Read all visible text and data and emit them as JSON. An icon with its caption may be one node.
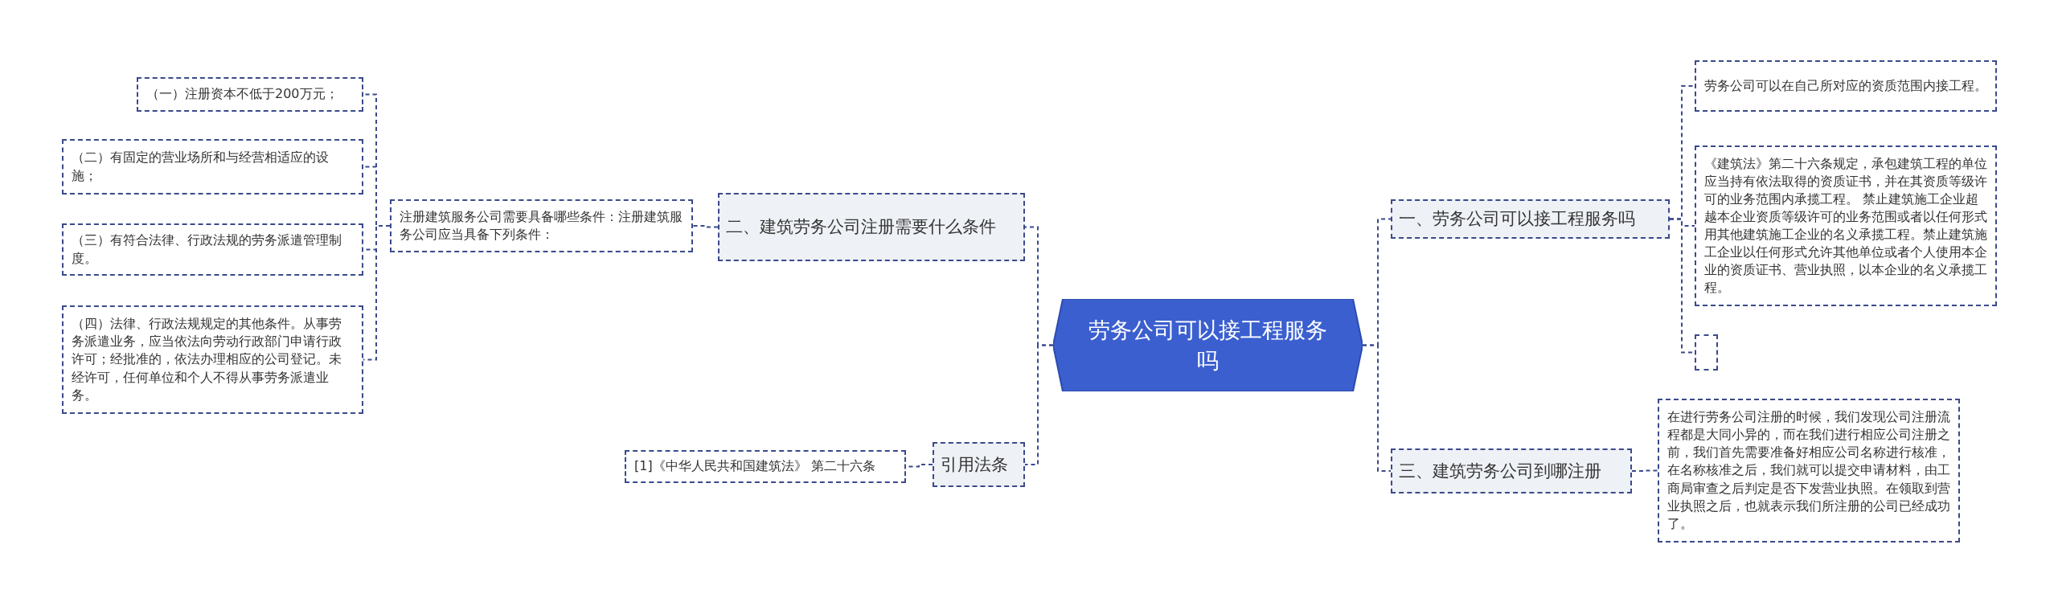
{
  "diagram": {
    "nodes": [
      {
        "text": [
          "劳务公司可以接工程服务吗"
        ]
      },
      {
        "text": [
          "二、建筑劳务公司注册需要什么条件"
        ]
      },
      {
        "text": [
          "注册建筑服务公司需要具备哪些条件：注册建筑服务公司应当具备下列条件："
        ]
      },
      {
        "text": [
          "（一）注册资本不低于200万元；"
        ]
      },
      {
        "text": [
          "（二）有固定的营业场所和与经营相适应的设施；"
        ]
      },
      {
        "text": [
          "（三）有符合法律、行政法规的劳务派遣管理制度。"
        ]
      },
      {
        "text": [
          "（四）法律、行政法规规定的其他条件。从事劳务派遣业务，应当依法向劳动行政部门申请行政许可；经批准的，依法办理相应的公司登记。未经许可，任何单位和个人不得从事劳务派遣业务。"
        ]
      },
      {
        "text": [
          "引用法条"
        ]
      },
      {
        "text": [
          "[1]《中华人民共和国建筑法》 第二十六条"
        ]
      },
      {
        "text": [
          "一、劳务公司可以接工程服务吗"
        ]
      },
      {
        "text": [
          "劳务公司可以在自己所对应的资质范围内接工程。"
        ]
      },
      {
        "text": [
          "《建筑法》第二十六条规定，承包建筑工程的单位应当持有依法取得的资质证书，并在其资质等级许可的业务范围内承揽工程。 禁止建筑施工企业超越本企业资质等级许可的业务范围或者以任何形式用其他建筑施工企业的名义承揽工程。禁止建筑施工企业以任何形式允许其他单位或者个人使用本企业的资质证书、营业执照，以本企业的名义承揽工程。"
        ]
      },
      {
        "text": [],
        "shape": "box"
      },
      {
        "text": [
          "三、建筑劳务公司到哪注册"
        ]
      },
      {
        "text": [
          "在进行劳务公司注册的时候，我们发现公司注册流程都是大同小异的，而在我们进行相应公司注册之前，我们首先需要准备好相应公司名称进行核准，在名称核准之后，我们就可以提交申请材料，由工商局审查之后判定是否下发营业执照。在领取到营业执照之后，也就表示我们所注册的公司已经成功了。"
        ]
      }
    ],
    "edges": [
      {
        "from": 0,
        "to": 1,
        "arrow": "none"
      },
      {
        "from": 1,
        "to": 2,
        "arrow": "none"
      },
      {
        "from": 2,
        "to": 3,
        "arrow": "none"
      },
      {
        "from": 2,
        "to": 4,
        "arrow": "none"
      },
      {
        "from": 2,
        "to": 5,
        "arrow": "none"
      },
      {
        "from": 2,
        "to": 6,
        "arrow": "none"
      },
      {
        "from": 0,
        "to": 7,
        "arrow": "none"
      },
      {
        "from": 7,
        "to": 8,
        "arrow": "none"
      },
      {
        "from": 0,
        "to": 9,
        "arrow": "none"
      },
      {
        "from": 9,
        "to": 10,
        "arrow": "none"
      },
      {
        "from": 9,
        "to": 11,
        "arrow": "none"
      },
      {
        "from": 9,
        "to": 12,
        "arrow": "none"
      },
      {
        "from": 0,
        "to": 13,
        "arrow": "none"
      },
      {
        "from": 13,
        "to": 14,
        "arrow": "none"
      }
    ]
  }
}
